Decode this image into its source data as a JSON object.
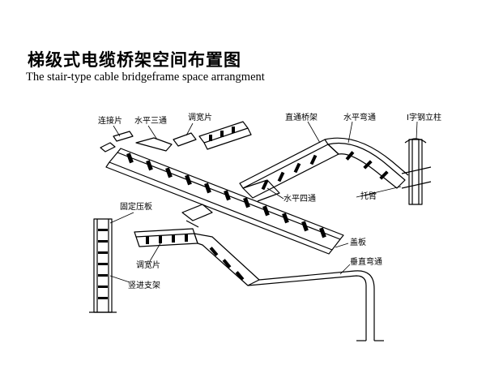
{
  "title_cn": "梯级式电缆桥架空间布置图",
  "title_en": "The stair-type cable bridgeframe space arrangment",
  "labels": {
    "connector": "连接片",
    "horizontal_tee": "水平三通",
    "adjust_width_top": "调宽片",
    "straight_tray": "直通桥架",
    "horizontal_bend": "水平弯通",
    "i_steel_column": "I字钢立柱",
    "horizontal_cross": "水平四通",
    "bracket_arm": "托臂",
    "fixing_plate": "固定压板",
    "cover_plate": "盖板",
    "adjust_width_bottom": "调宽片",
    "vertical_bend": "垂直弯通",
    "vertical_support": "竖进支架"
  }
}
